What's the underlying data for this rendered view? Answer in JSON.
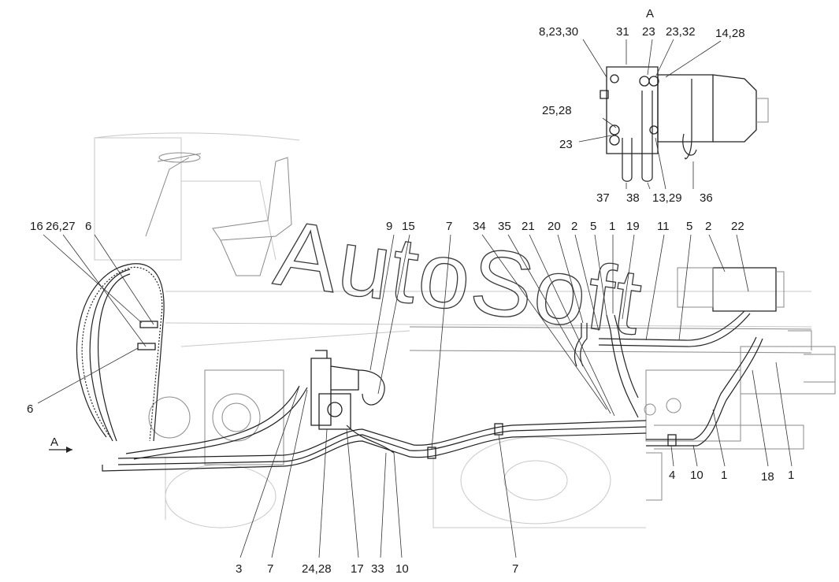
{
  "view_label": "A",
  "view_arrow_label": "A",
  "watermark": "AutoSoft",
  "inset_callouts": [
    {
      "id": "i1",
      "label": "8,23,30"
    },
    {
      "id": "i2",
      "label": "31"
    },
    {
      "id": "i3",
      "label": "23"
    },
    {
      "id": "i4",
      "label": "23,32"
    },
    {
      "id": "i5",
      "label": "14,28"
    },
    {
      "id": "i6",
      "label": "25,28"
    },
    {
      "id": "i7",
      "label": "23"
    },
    {
      "id": "i8",
      "label": "37"
    },
    {
      "id": "i9",
      "label": "38"
    },
    {
      "id": "i10",
      "label": "13,29"
    },
    {
      "id": "i11",
      "label": "36"
    }
  ],
  "top_callouts": [
    {
      "id": "t1",
      "label": "16"
    },
    {
      "id": "t2",
      "label": "26,27"
    },
    {
      "id": "t3",
      "label": "6"
    },
    {
      "id": "t4",
      "label": "9"
    },
    {
      "id": "t5",
      "label": "15"
    },
    {
      "id": "t6",
      "label": "7"
    },
    {
      "id": "t7",
      "label": "34"
    },
    {
      "id": "t8",
      "label": "35"
    },
    {
      "id": "t9",
      "label": "21"
    },
    {
      "id": "t10",
      "label": "20"
    },
    {
      "id": "t11",
      "label": "2"
    },
    {
      "id": "t12",
      "label": "5"
    },
    {
      "id": "t13",
      "label": "1"
    },
    {
      "id": "t14",
      "label": "19"
    },
    {
      "id": "t15",
      "label": "11"
    },
    {
      "id": "t16",
      "label": "5"
    },
    {
      "id": "t17",
      "label": "2"
    },
    {
      "id": "t18",
      "label": "22"
    }
  ],
  "side_callouts": [
    {
      "id": "s1",
      "label": "6"
    }
  ],
  "right_callouts": [
    {
      "id": "r1",
      "label": "4"
    },
    {
      "id": "r2",
      "label": "10"
    },
    {
      "id": "r3",
      "label": "1"
    },
    {
      "id": "r4",
      "label": "18"
    },
    {
      "id": "r5",
      "label": "1"
    }
  ],
  "bottom_callouts": [
    {
      "id": "b1",
      "label": "3"
    },
    {
      "id": "b2",
      "label": "7"
    },
    {
      "id": "b3",
      "label": "24,28"
    },
    {
      "id": "b4",
      "label": "17"
    },
    {
      "id": "b5",
      "label": "33"
    },
    {
      "id": "b6",
      "label": "10"
    },
    {
      "id": "b7",
      "label": "7"
    }
  ]
}
